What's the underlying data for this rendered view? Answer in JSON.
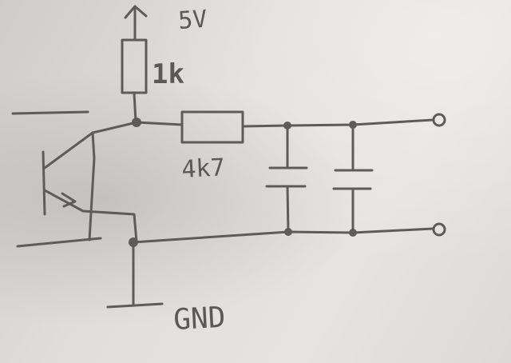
{
  "labels": {
    "supply": "5V",
    "pullup_resistor": "1k",
    "series_resistor": "4k7",
    "ground": "GND"
  }
}
